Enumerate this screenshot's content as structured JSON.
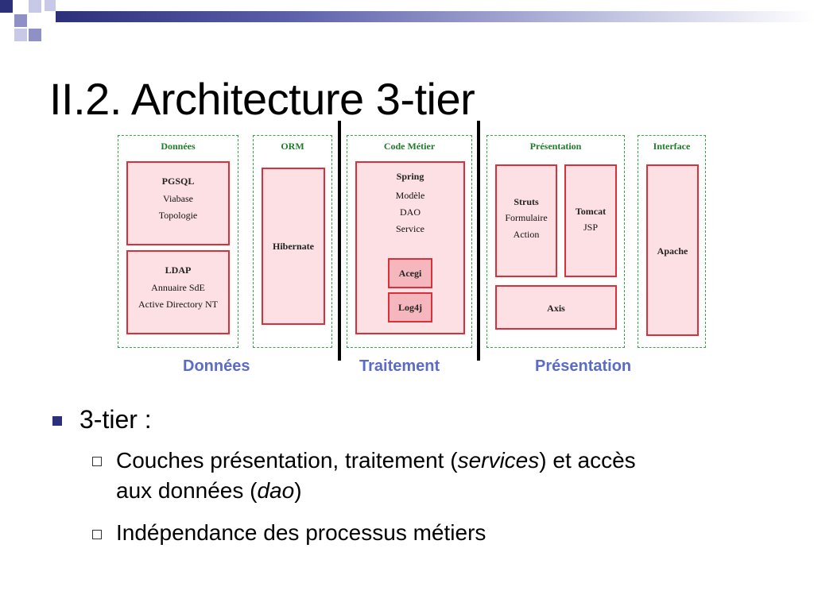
{
  "title": "II.2. Architecture 3-tier",
  "diagram": {
    "columns": [
      {
        "title": "Données",
        "boxes": [
          {
            "title": "PGSQL",
            "lines": [
              "Viabase",
              "Topologie"
            ]
          },
          {
            "title": "LDAP",
            "lines": [
              "Annuaire SdE",
              "Active Directory NT"
            ]
          }
        ]
      },
      {
        "title": "ORM",
        "boxes": [
          {
            "title": "Hibernate",
            "lines": []
          }
        ]
      },
      {
        "title": "Code Métier",
        "boxes": [
          {
            "title": "Spring",
            "lines": [
              "Modèle",
              "DAO",
              "Service"
            ]
          },
          {
            "title": "Acegi",
            "lines": []
          },
          {
            "title": "Log4j",
            "lines": []
          }
        ]
      },
      {
        "title": "Présentation",
        "boxes": [
          {
            "title": "Struts",
            "lines": [
              "Formulaire",
              "Action"
            ]
          },
          {
            "title": "Tomcat",
            "lines": [
              "JSP"
            ]
          },
          {
            "title": "Axis",
            "lines": []
          }
        ]
      },
      {
        "title": "Interface",
        "boxes": [
          {
            "title": "Apache",
            "lines": []
          }
        ]
      }
    ],
    "tiers": [
      "Données",
      "Traitement",
      "Présentation"
    ]
  },
  "bullets": {
    "main": "3-tier :",
    "sub1": {
      "a": "Couches présentation, traitement (",
      "b": "services",
      "c": ") et accès",
      "d": "aux données (",
      "e": "dao",
      "f": ")"
    },
    "sub2": "Indépendance des processus métiers"
  },
  "colors": {
    "accent": "#2c2f7a",
    "box_border": "#d9303a",
    "box_fill": "#fde0e3",
    "column_border": "#3aa64a",
    "tier_label": "#5a6bc8"
  }
}
